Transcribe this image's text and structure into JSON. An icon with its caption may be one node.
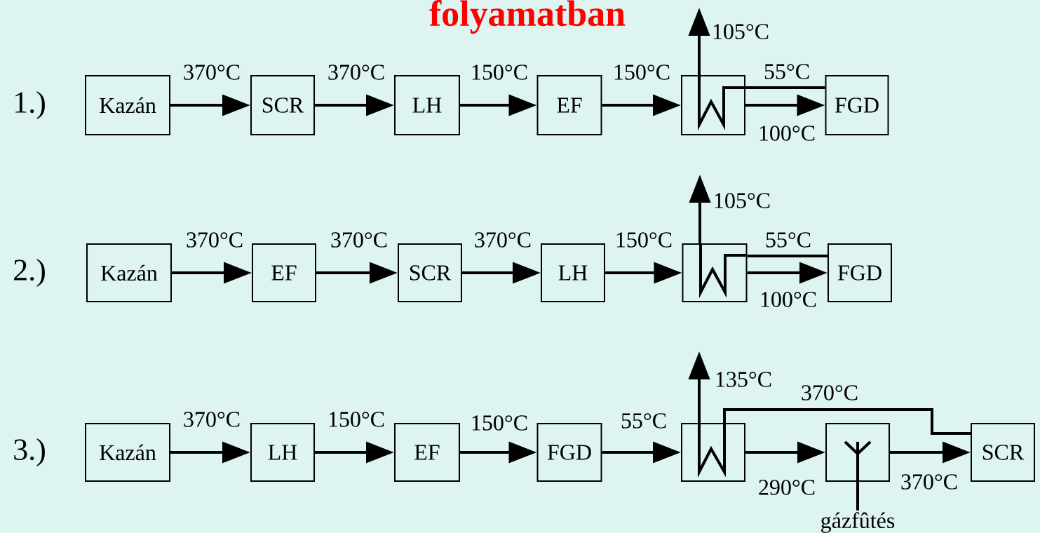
{
  "diagram": {
    "title": "folyamatban",
    "nodes": [
      {
        "text": [
          "Kazán"
        ]
      },
      {
        "text": [
          "SCR"
        ]
      },
      {
        "text": [
          "LH"
        ]
      },
      {
        "text": [
          "EF"
        ]
      },
      {
        "text": [],
        "shape": "box"
      },
      {
        "text": [
          "FGD"
        ]
      },
      {
        "text": [
          "Kazán"
        ]
      },
      {
        "text": [
          "EF"
        ]
      },
      {
        "text": [
          "SCR"
        ]
      },
      {
        "text": [
          "LH"
        ]
      },
      {
        "text": [],
        "shape": "box"
      },
      {
        "text": [
          "FGD"
        ]
      },
      {
        "text": [
          "Kazán"
        ]
      },
      {
        "text": [
          "LH"
        ]
      },
      {
        "text": [
          "EF"
        ]
      },
      {
        "text": [
          "FGD"
        ]
      },
      {
        "text": [],
        "shape": "box"
      },
      {
        "text": [],
        "shape": "box"
      },
      {
        "text": [
          "SCR"
        ]
      },
      {
        "text": [
          "gázfûtés"
        ]
      }
    ],
    "edges": [
      {
        "from": 0,
        "to": 1,
        "arrow": "to",
        "label": "370°C"
      },
      {
        "from": 1,
        "to": 2,
        "arrow": "to",
        "label": "370°C"
      },
      {
        "from": 2,
        "to": 3,
        "arrow": "to",
        "label": "150°C"
      },
      {
        "from": 3,
        "to": 4,
        "arrow": "to",
        "label": "150°C"
      },
      {
        "from": 4,
        "to": null,
        "arrow": "to",
        "label": "105°C"
      },
      {
        "from": 5,
        "to": 4,
        "arrow": "none",
        "label": "55°C"
      },
      {
        "from": 4,
        "to": 5,
        "arrow": "to",
        "label": "100°C"
      },
      {
        "from": 6,
        "to": 7,
        "arrow": "to",
        "label": "370°C"
      },
      {
        "from": 7,
        "to": 8,
        "arrow": "to",
        "label": "370°C"
      },
      {
        "from": 8,
        "to": 9,
        "arrow": "to",
        "label": "370°C"
      },
      {
        "from": 9,
        "to": 10,
        "arrow": "to",
        "label": "150°C"
      },
      {
        "from": 10,
        "to": null,
        "arrow": "to",
        "label": "105°C"
      },
      {
        "from": 11,
        "to": 10,
        "arrow": "none",
        "label": "55°C"
      },
      {
        "from": 10,
        "to": 11,
        "arrow": "to",
        "label": "100°C"
      },
      {
        "from": 12,
        "to": 13,
        "arrow": "to",
        "label": "370°C"
      },
      {
        "from": 13,
        "to": 14,
        "arrow": "to",
        "label": "150°C"
      },
      {
        "from": 14,
        "to": 15,
        "arrow": "to",
        "label": "150°C"
      },
      {
        "from": 15,
        "to": 16,
        "arrow": "to",
        "label": "55°C"
      },
      {
        "from": 16,
        "to": null,
        "arrow": "to",
        "label": "135°C"
      },
      {
        "from": 18,
        "to": 16,
        "arrow": "none",
        "label": "370°C"
      },
      {
        "from": 16,
        "to": 17,
        "arrow": "to",
        "label": "290°C"
      },
      {
        "from": 17,
        "to": 18,
        "arrow": "to",
        "label": "370°C"
      },
      {
        "from": 19,
        "to": 17,
        "arrow": "none"
      }
    ],
    "labels": [
      "1.)",
      "2.)",
      "3.)"
    ]
  }
}
